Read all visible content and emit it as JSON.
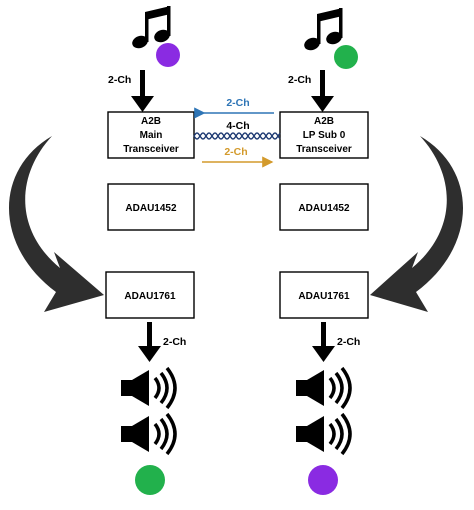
{
  "left_chain": {
    "input_label": "2-Ch",
    "main_box_lines": [
      "A2B",
      "Main",
      "Transceiver"
    ],
    "dsp_label": "ADAU1452",
    "codec_label": "ADAU1761",
    "output_label": "2-Ch",
    "input_dot_color": "#8a2be2",
    "output_dot_color": "#22b14c"
  },
  "right_chain": {
    "input_label": "2-Ch",
    "main_box_lines": [
      "A2B",
      "LP Sub 0",
      "Transceiver"
    ],
    "dsp_label": "ADAU1452",
    "codec_label": "ADAU1761",
    "output_label": "2-Ch",
    "input_dot_color": "#22b14c",
    "output_dot_color": "#8a2be2"
  },
  "link": {
    "upstream_label": "2-Ch",
    "bus_label": "4-Ch",
    "downstream_label": "2-Ch",
    "upstream_color": "#2e75b6",
    "downstream_color": "#d39a2c",
    "bus_color": "#1f3b73"
  },
  "icons": {
    "music": "music-note-icon",
    "speaker": "speaker-icon"
  }
}
